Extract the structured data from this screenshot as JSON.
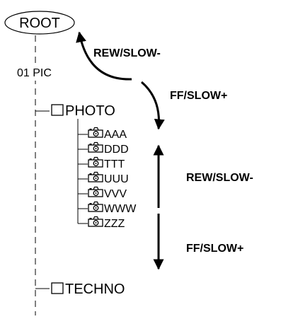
{
  "root": {
    "label": "ROOT"
  },
  "group_label": "01 PIC",
  "folders": [
    {
      "label": "PHOTO",
      "icon": "folder-icon"
    },
    {
      "label": "TECHNO",
      "icon": "folder-icon"
    }
  ],
  "files": [
    {
      "label": "AAA",
      "icon": "camera-icon"
    },
    {
      "label": "DDD",
      "icon": "camera-icon"
    },
    {
      "label": "TTT",
      "icon": "camera-icon"
    },
    {
      "label": "UUU",
      "icon": "camera-icon"
    },
    {
      "label": "VVV",
      "icon": "camera-icon"
    },
    {
      "label": "WWW",
      "icon": "camera-icon"
    },
    {
      "label": "ZZZ",
      "icon": "camera-icon"
    }
  ],
  "annotations": {
    "curve_up": "REW/SLOW-",
    "curve_down": "FF/SLOW+",
    "straight_up": "REW/SLOW-",
    "straight_down": "FF/SLOW+"
  },
  "colors": {
    "ink": "#000000",
    "background": "#ffffff"
  }
}
